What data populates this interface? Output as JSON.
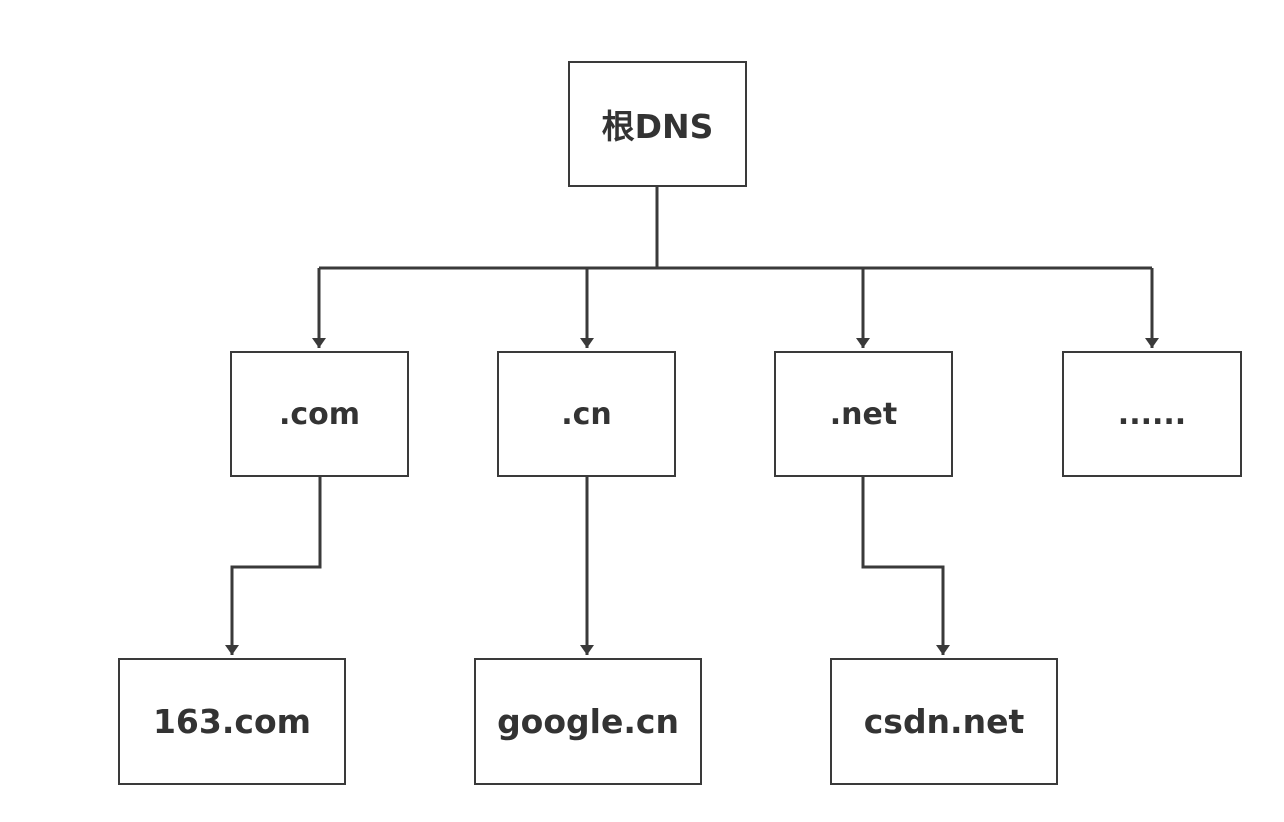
{
  "colors": {
    "line": "#3a3a3a",
    "text": "#333333",
    "background": "#ffffff"
  },
  "nodes": {
    "root": "根DNS",
    "tld_com": ".com",
    "tld_cn": ".cn",
    "tld_net": ".net",
    "tld_more": "......",
    "domain_163": "163.com",
    "domain_google": "google.cn",
    "domain_csdn": "csdn.net"
  }
}
